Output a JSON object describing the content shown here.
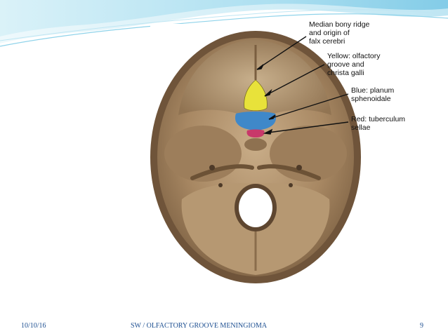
{
  "figure": {
    "labels": {
      "median_ridge": "Median bony ridge\nand origin of\nfalx cerebri",
      "yellow": "Yellow: olfactory\ngroove and\nchrista galli",
      "blue": "Blue: planum\nsphenoidale",
      "red": "Red: tuberculum\nsellae"
    },
    "region_colors": {
      "yellow": "#e8e23a",
      "blue": "#3f88c9",
      "red": "#c8386a"
    }
  },
  "footer": {
    "date": "10/10/16",
    "title": "SW / OLFACTORY GROOVE MENINGIOMA",
    "page_number": "9"
  },
  "theme": {
    "accent": "#7fd0e8",
    "footer_text_color": "#1d4f91"
  }
}
